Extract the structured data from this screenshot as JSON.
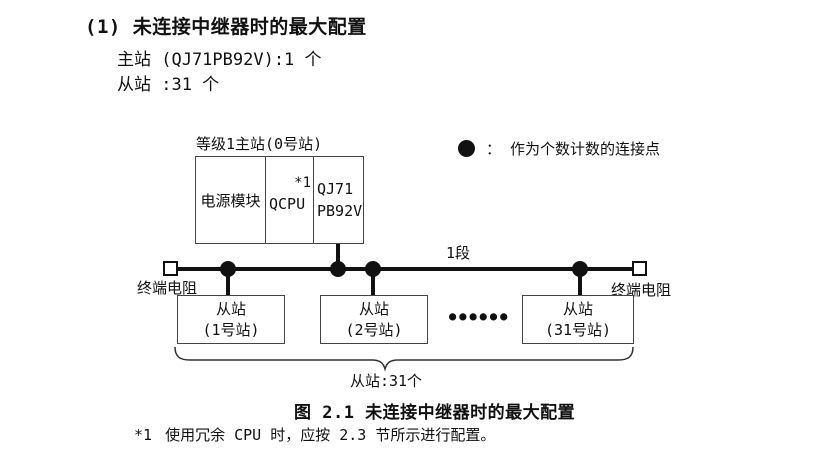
{
  "colors": {
    "ink": "#111111",
    "box_border": "#444444",
    "background": "#ffffff"
  },
  "section": {
    "heading": "(1) 未连接中继器时的最大配置",
    "master_spec": "主站 (QJ71PB92V):1 个",
    "slave_spec": "从站 :31 个"
  },
  "figure": {
    "master": {
      "label": "等级1主站(0号站)",
      "cells": [
        {
          "label": "电源模块"
        },
        {
          "label": "QCPU",
          "note": "*1"
        },
        {
          "line1": "QJ71",
          "line2": "PB92V"
        }
      ]
    },
    "legend": {
      "symbol": "●",
      "colon": "：",
      "label": "作为个数计数的连接点"
    },
    "segment_label": "1段",
    "terminator_left": "终端电阻",
    "terminator_right": "终端电阻",
    "slaves": [
      {
        "line1": "从站",
        "line2": "(1号站)"
      },
      {
        "line1": "从站",
        "line2": "(2号站)"
      },
      {
        "line1": "从站",
        "line2": "(31号站)"
      }
    ],
    "ellipsis": "●●●●●●",
    "brace_label": "从站:31个",
    "caption": "图 2.1 未连接中继器时的最大配置"
  },
  "footnote": {
    "marker": "*1",
    "text": "使用冗余 CPU 时，应按 2.3 节所示进行配置。"
  }
}
